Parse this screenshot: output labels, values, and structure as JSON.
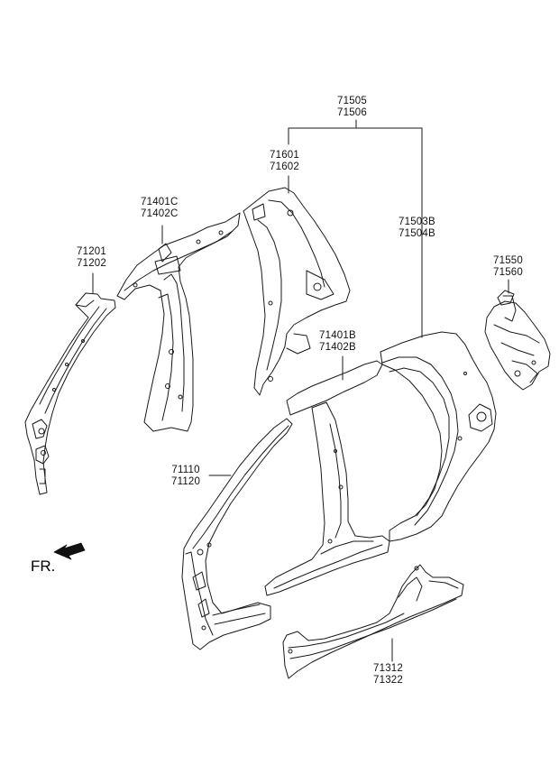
{
  "labels": {
    "roof_side_group": [
      "71505",
      "71506"
    ],
    "rear_pillar_inner": [
      "71601",
      "71602"
    ],
    "center_pillar_upper": [
      "71401C",
      "71402C"
    ],
    "front_pillar_inner": [
      "71201",
      "71202"
    ],
    "quarter_outer": [
      "71503B",
      "71504B"
    ],
    "wheelhouse_ext": [
      "71550",
      "71560"
    ],
    "roof_rail_center_pillar": [
      "71401B",
      "71402B"
    ],
    "side_outer": [
      "71110",
      "71120"
    ],
    "side_sill": [
      "71312",
      "71322"
    ]
  },
  "direction": {
    "text": "FR.",
    "arrow_icon": "front-direction-arrow-icon"
  },
  "colors": {
    "line": "#1a1a1a",
    "background": "#ffffff"
  }
}
